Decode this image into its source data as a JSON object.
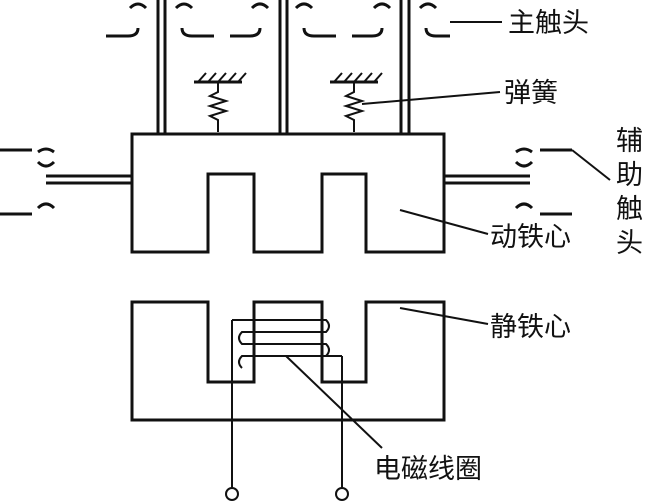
{
  "labels": {
    "main_contact": "主触头",
    "spring": "弹簧",
    "aux_contact": [
      "辅",
      "助",
      "触",
      "头"
    ],
    "moving_core": "动铁心",
    "static_core": "静铁心",
    "coil": "电磁线圈"
  }
}
